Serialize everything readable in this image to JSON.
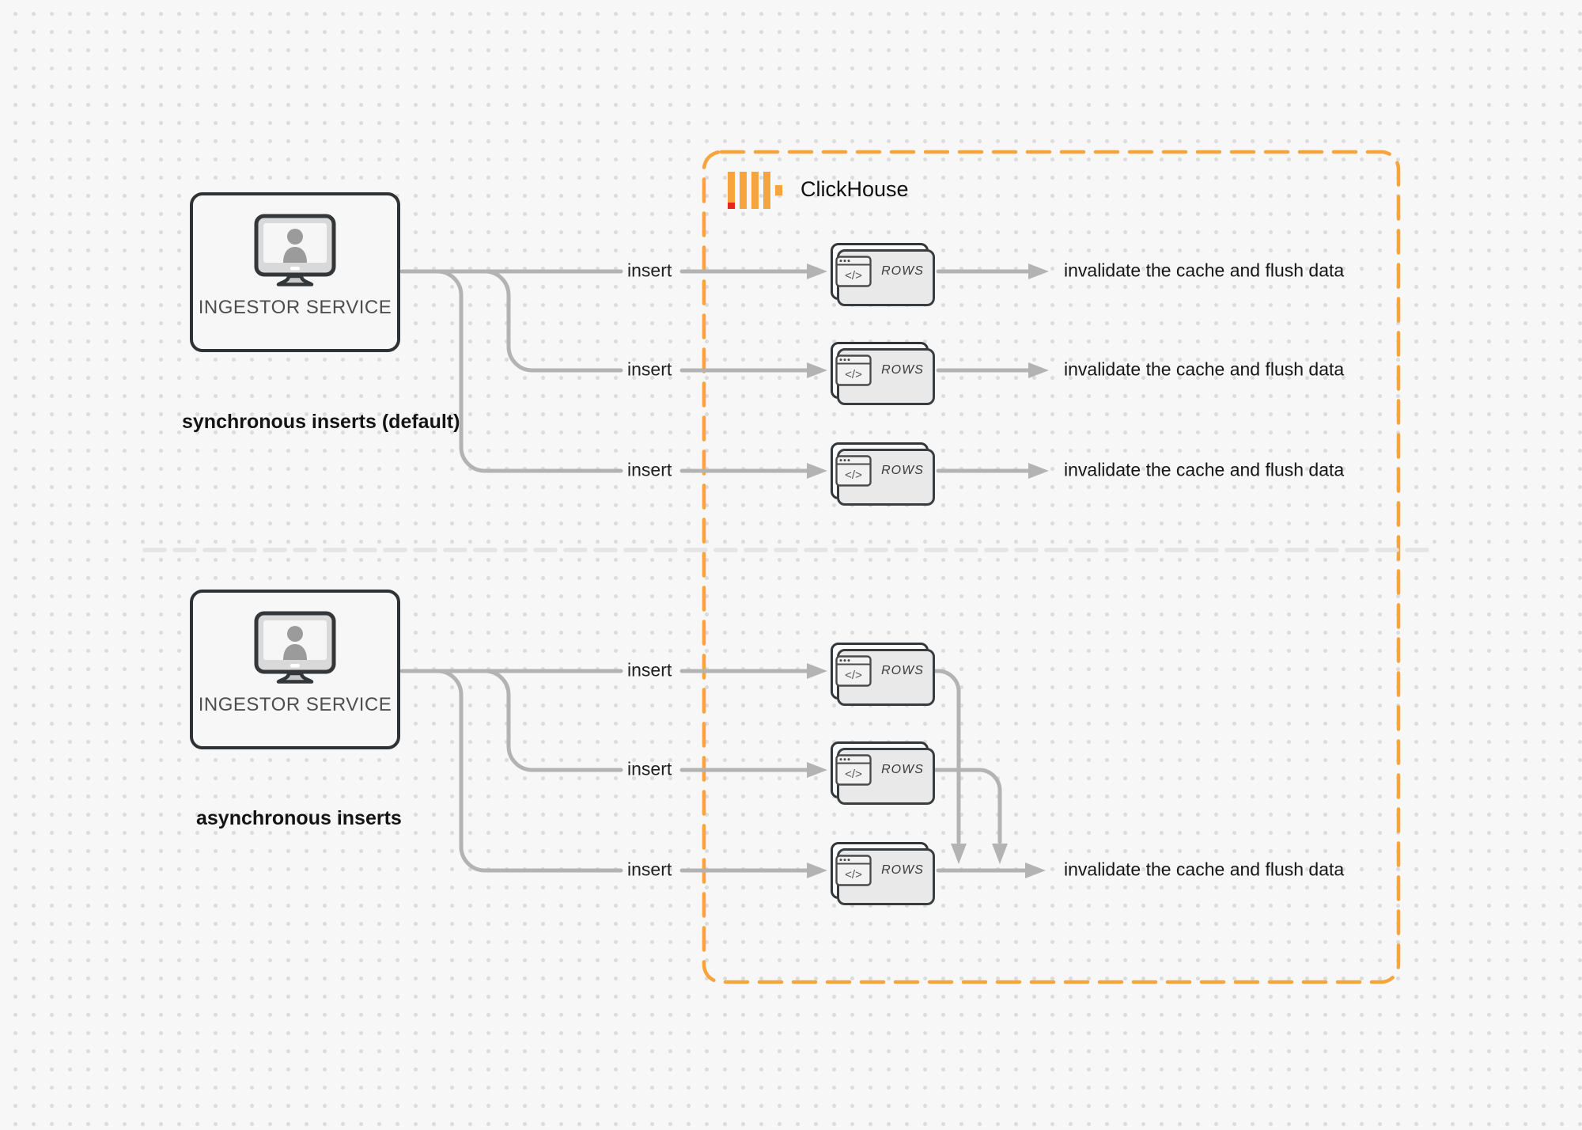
{
  "clickhouse": {
    "name": "ClickHouse"
  },
  "colors": {
    "accent_orange": "#F6A43B",
    "logo_red": "#E8251D",
    "connector_gray": "#b3b3b3",
    "divider_gray": "#e4e4e4",
    "node_border": "#2e3235"
  },
  "icons": {
    "ingestor": "monitor-user-icon",
    "clickhouse": "clickhouse-bars-icon",
    "card": "code-window-icon",
    "arrow": "arrow-right-icon"
  },
  "sync": {
    "section_label": "synchronous inserts (default)",
    "service_title": "INGESTOR SERVICE",
    "rows": [
      {
        "insert_label": "insert",
        "card_label": "ROWS",
        "result_label": "invalidate the cache and flush data"
      },
      {
        "insert_label": "insert",
        "card_label": "ROWS",
        "result_label": "invalidate the cache and flush data"
      },
      {
        "insert_label": "insert",
        "card_label": "ROWS",
        "result_label": "invalidate the cache and flush data"
      }
    ]
  },
  "async": {
    "section_label": "asynchronous inserts",
    "service_title": "INGESTOR SERVICE",
    "rows": [
      {
        "insert_label": "insert",
        "card_label": "ROWS"
      },
      {
        "insert_label": "insert",
        "card_label": "ROWS"
      },
      {
        "insert_label": "insert",
        "card_label": "ROWS"
      }
    ],
    "merged_result_label": "invalidate the cache and flush data"
  }
}
